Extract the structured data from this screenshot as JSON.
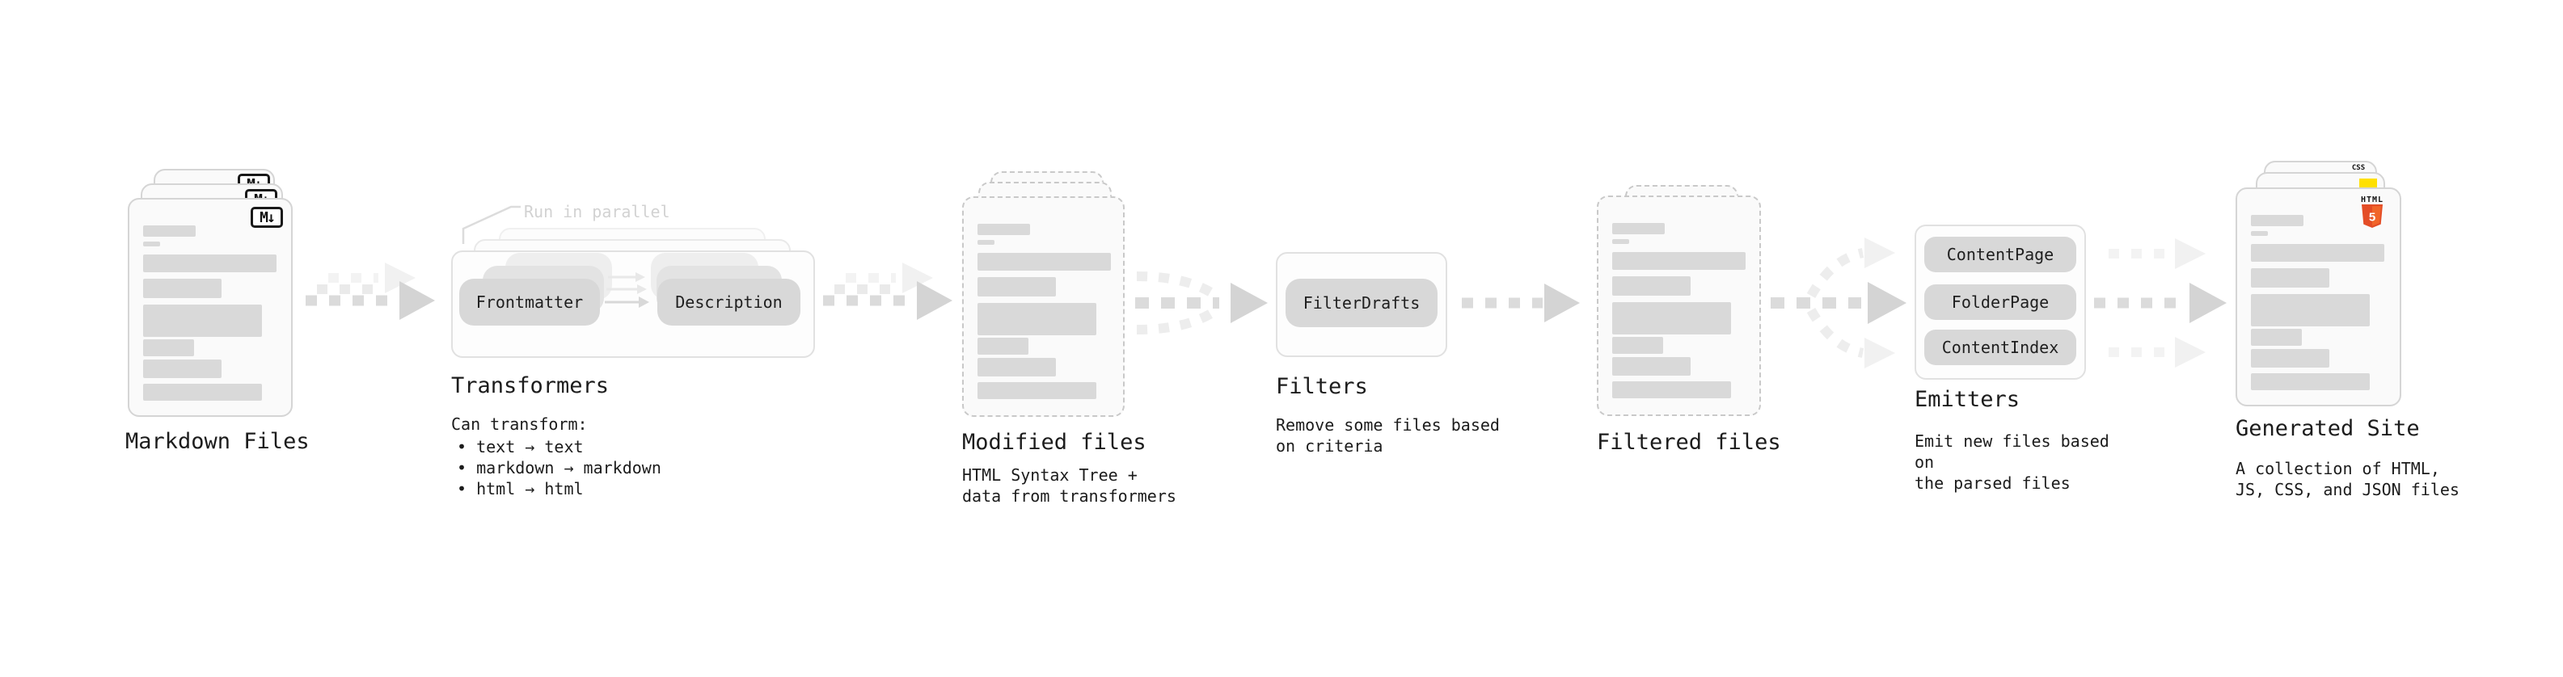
{
  "markdown": {
    "label": "Markdown Files",
    "badge": "M↓"
  },
  "transformers": {
    "annotation": "Run in parallel",
    "input_step": "Frontmatter",
    "output_step": "Description",
    "label": "Transformers",
    "caption_title": "Can transform:",
    "bullets": [
      "• text → text",
      "• markdown → markdown",
      "• html → html"
    ]
  },
  "modified": {
    "label": "Modified files",
    "caption": "HTML Syntax Tree +\ndata from transformers"
  },
  "filters": {
    "label": "Filters",
    "button": "FilterDrafts",
    "caption": "Remove some files based\non criteria"
  },
  "filtered": {
    "label": "Filtered files"
  },
  "emitters": {
    "label": "Emitters",
    "buttons": [
      "ContentPage",
      "FolderPage",
      "ContentIndex"
    ],
    "caption": "Emit new files based on\nthe parsed files"
  },
  "generated": {
    "label": "Generated Site",
    "caption": "A collection of HTML,\nJS, CSS, and JSON files",
    "css_badge": "CSS",
    "html_badge": "HTML",
    "html_number": "5"
  },
  "colors": {
    "html5_orange": "#e44d26",
    "html5_orange_light": "#f16529",
    "js_yellow": "#ffe000",
    "css_blue": "#2965f1"
  }
}
